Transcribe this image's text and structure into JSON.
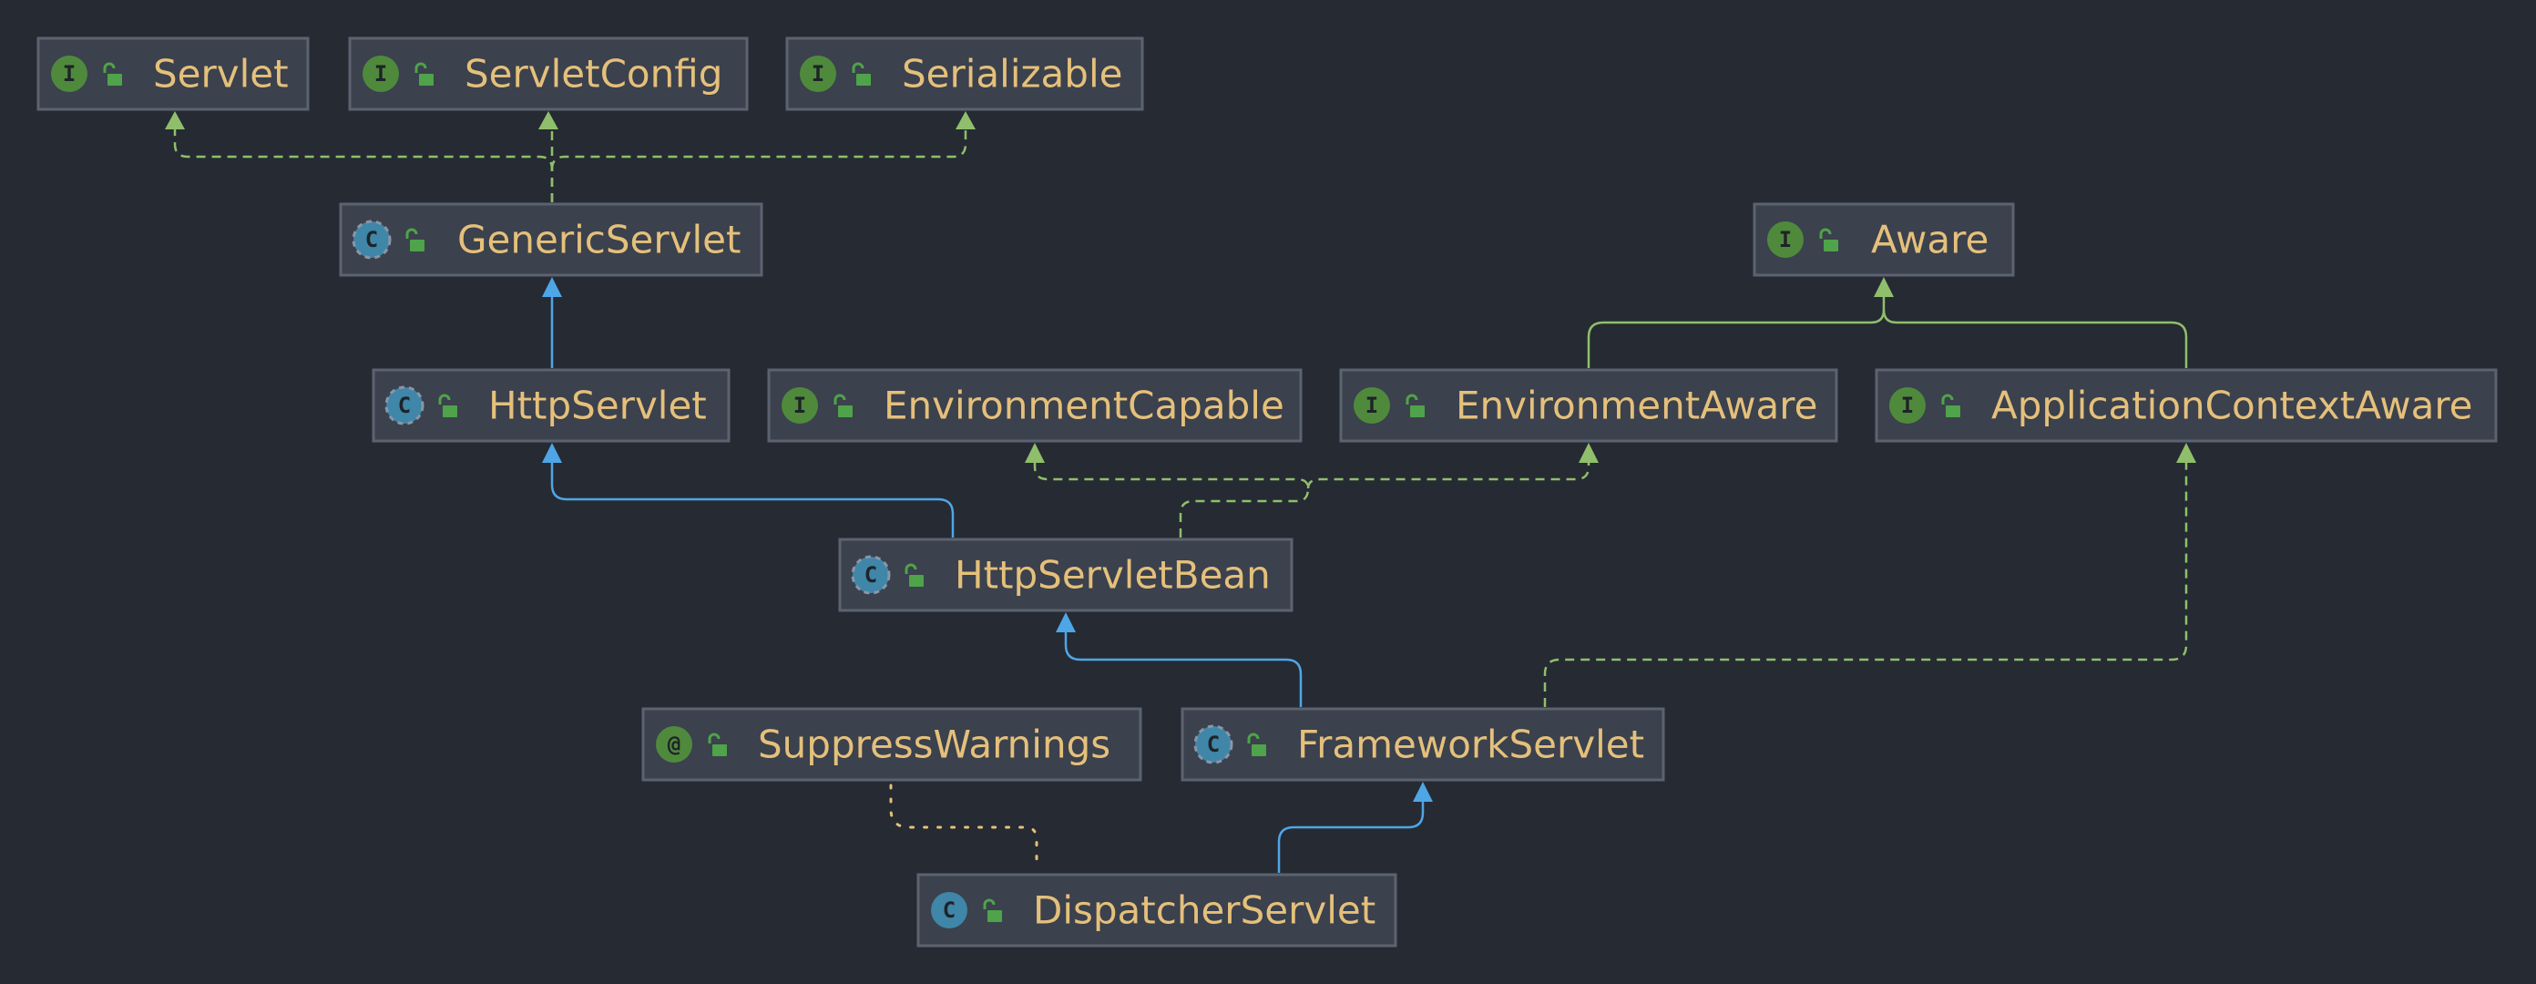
{
  "diagram": {
    "colors": {
      "background": "#262a33",
      "node_fill": "#3b414d",
      "node_border": "#5c6370",
      "label": "#e5c07b",
      "interface_badge": "#4f8a3c",
      "class_badge": "#3f86a8",
      "implements_edge": "#8fbf6b",
      "extends_edge": "#4ea6e6",
      "annotation_edge": "#e5c07b",
      "lock_icon": "#4fa34a"
    },
    "nodes": {
      "servlet": {
        "label": "Servlet",
        "kind": "interface",
        "badge": "I",
        "icon": "interface-icon"
      },
      "servletconfig": {
        "label": "ServletConfig",
        "kind": "interface",
        "badge": "I",
        "icon": "interface-icon"
      },
      "serializable": {
        "label": "Serializable",
        "kind": "interface",
        "badge": "I",
        "icon": "interface-icon"
      },
      "genericservlet": {
        "label": "GenericServlet",
        "kind": "abstract-class",
        "badge": "C",
        "icon": "abstract-class-icon"
      },
      "aware": {
        "label": "Aware",
        "kind": "interface",
        "badge": "I",
        "icon": "interface-icon"
      },
      "httpservlet": {
        "label": "HttpServlet",
        "kind": "abstract-class",
        "badge": "C",
        "icon": "abstract-class-icon"
      },
      "environmentcapable": {
        "label": "EnvironmentCapable",
        "kind": "interface",
        "badge": "I",
        "icon": "interface-icon"
      },
      "environmentaware": {
        "label": "EnvironmentAware",
        "kind": "interface",
        "badge": "I",
        "icon": "interface-icon"
      },
      "applicationcontextaware": {
        "label": "ApplicationContextAware",
        "kind": "interface",
        "badge": "I",
        "icon": "interface-icon"
      },
      "httpservletbean": {
        "label": "HttpServletBean",
        "kind": "abstract-class",
        "badge": "C",
        "icon": "abstract-class-icon"
      },
      "suppresswarnings": {
        "label": "SuppressWarnings",
        "kind": "annotation",
        "badge": "@",
        "icon": "annotation-icon"
      },
      "frameworkservlet": {
        "label": "FrameworkServlet",
        "kind": "abstract-class",
        "badge": "C",
        "icon": "abstract-class-icon"
      },
      "dispatcherservlet": {
        "label": "DispatcherServlet",
        "kind": "class",
        "badge": "C",
        "icon": "class-icon"
      }
    },
    "edges": [
      {
        "from": "genericservlet",
        "to": "servlet",
        "type": "implements"
      },
      {
        "from": "genericservlet",
        "to": "servletconfig",
        "type": "implements"
      },
      {
        "from": "genericservlet",
        "to": "serializable",
        "type": "implements"
      },
      {
        "from": "httpservlet",
        "to": "genericservlet",
        "type": "extends"
      },
      {
        "from": "httpservletbean",
        "to": "httpservlet",
        "type": "extends"
      },
      {
        "from": "httpservletbean",
        "to": "environmentcapable",
        "type": "implements"
      },
      {
        "from": "httpservletbean",
        "to": "environmentaware",
        "type": "implements"
      },
      {
        "from": "environmentaware",
        "to": "aware",
        "type": "extends"
      },
      {
        "from": "applicationcontextaware",
        "to": "aware",
        "type": "extends"
      },
      {
        "from": "frameworkservlet",
        "to": "httpservletbean",
        "type": "extends"
      },
      {
        "from": "frameworkservlet",
        "to": "applicationcontextaware",
        "type": "implements"
      },
      {
        "from": "dispatcherservlet",
        "to": "frameworkservlet",
        "type": "extends"
      },
      {
        "from": "dispatcherservlet",
        "to": "suppresswarnings",
        "type": "annotated-with"
      }
    ]
  }
}
